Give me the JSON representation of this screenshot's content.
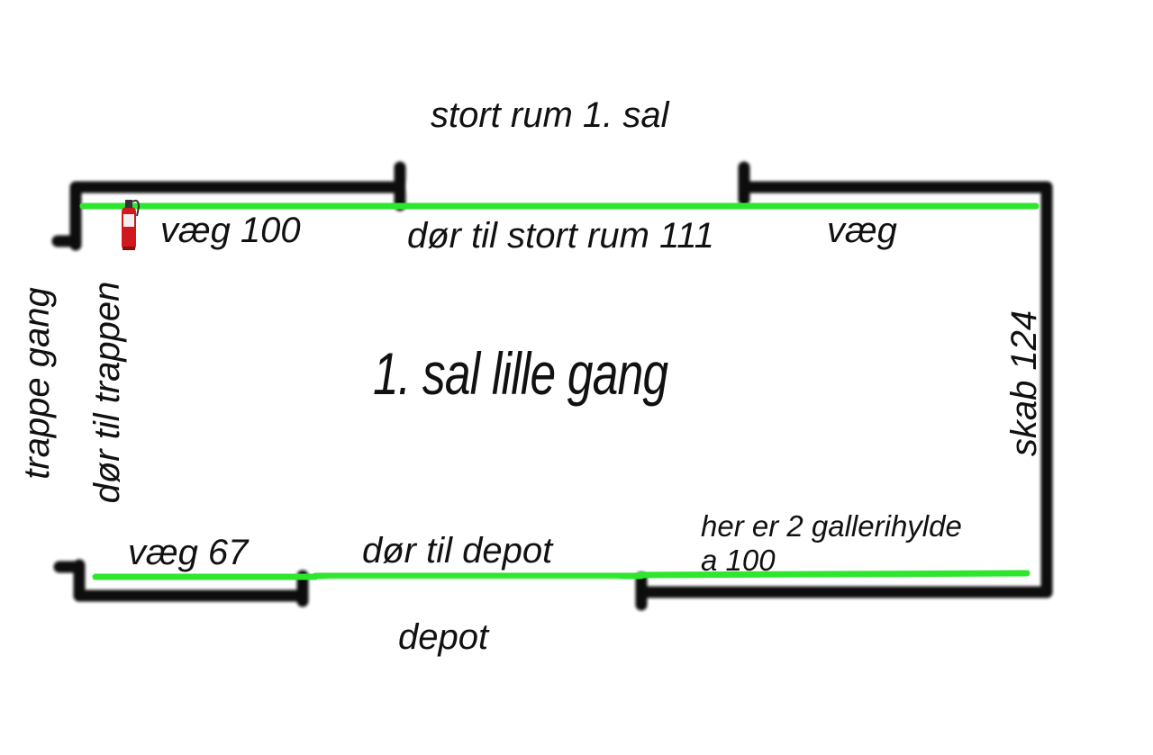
{
  "labels": {
    "room_title": "1. sal lille gang",
    "top_room": "stort  rum 1. sal",
    "top_wall_left": "væg 100",
    "top_door": "dør til stort rum 111",
    "top_wall_right": "væg",
    "right_wall": "skab 124",
    "stair_area": "trappe gang",
    "stair_door": "dør til trappen",
    "bottom_wall_left": "væg 67",
    "bottom_door": "dør til depot",
    "bottom_room": "depot",
    "shelf_note_line1": "her er 2 gallerihylde",
    "shelf_note_line2": "a 100"
  },
  "colors": {
    "wall": "#111111",
    "highlight": "#2ee62e",
    "extinguisher": "#d0191c"
  },
  "icons": {
    "extinguisher": "fire-extinguisher-icon"
  }
}
